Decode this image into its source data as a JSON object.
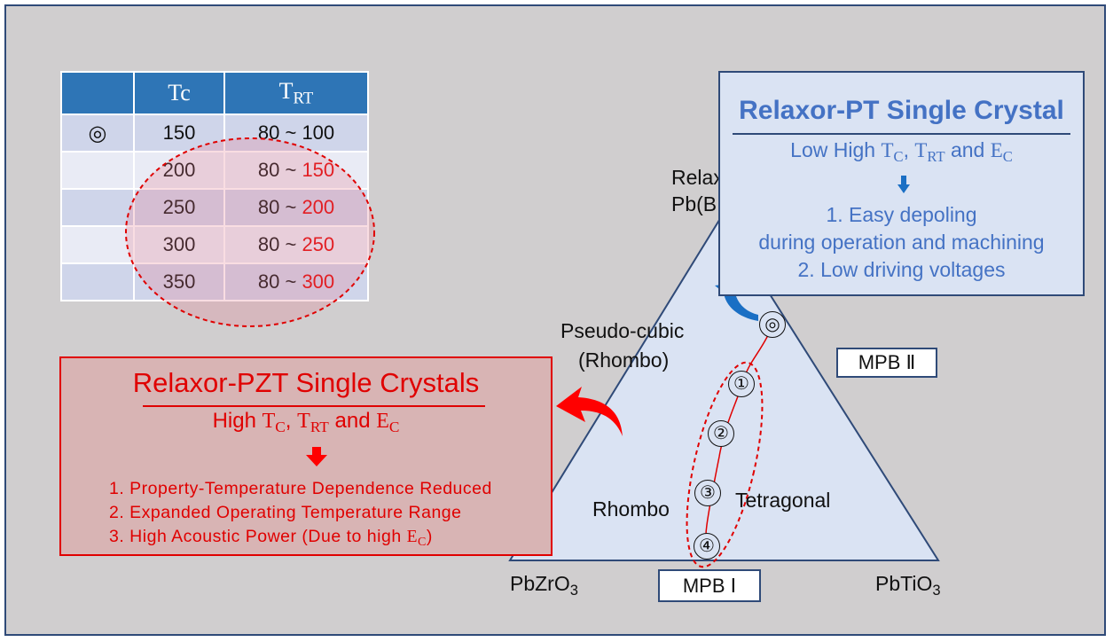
{
  "table": {
    "header": {
      "col1": "",
      "col2_main": "Tc",
      "col3_main": "T",
      "col3_sub": "RT"
    },
    "rows": [
      {
        "mark": "◎",
        "tc": "150",
        "trt_low": "80",
        "sep": "~",
        "trt_high": "100",
        "highlight": false
      },
      {
        "mark": "",
        "tc": "200",
        "trt_low": "80",
        "sep": "~",
        "trt_high": "150",
        "highlight": true
      },
      {
        "mark": "",
        "tc": "250",
        "trt_low": "80",
        "sep": "~",
        "trt_high": "200",
        "highlight": true
      },
      {
        "mark": "",
        "tc": "300",
        "trt_low": "80",
        "sep": "~",
        "trt_high": "250",
        "highlight": true
      },
      {
        "mark": "",
        "tc": "350",
        "trt_low": "80",
        "sep": "~",
        "trt_high": "300",
        "highlight": true
      }
    ]
  },
  "pt_box": {
    "title": "Relaxor-PT Single Crystal",
    "subtitle_pre": "Low  High ",
    "t": "T",
    "c": "C",
    "rt": "RT",
    "e": "E",
    "and": " and ",
    "comma": ", ",
    "item1": "1. Easy depoling",
    "item1b": "during operation and machining",
    "item2": "2. Low driving voltages"
  },
  "pzt_box": {
    "title": "Relaxor-PZT Single Crystals",
    "subtitle_pre": "High ",
    "item1": "1. Property-Temperature Dependence Reduced",
    "item2": "2. Expanded Operating Temperature Range",
    "item3_pre": "3. High Acoustic Power (Due to high ",
    "item3_post": ")"
  },
  "diagram": {
    "relaxor_label_1": "Relax",
    "relaxor_label_2": "Pb(B",
    "pseudo_cubic": "Pseudo-cubic",
    "rhombo_paren": "(Rhombo)",
    "rhombo": "Rhombo",
    "tetragonal": "Tetragonal",
    "mpb2": "MPB Ⅱ",
    "mpb1": "MPB Ⅰ",
    "pbzr": "PbZrO",
    "pbti": "PbTiO",
    "three": "3",
    "circles": [
      "◎",
      "①",
      "②",
      "③",
      "④"
    ]
  },
  "colors": {
    "background": "#d0cecf",
    "table_header": "#2e75b6",
    "accent_red": "#e00000",
    "pt_box_fill": "#dae3f3",
    "pt_text": "#4472c4",
    "pzt_box_fill": "#d8b4b4",
    "triangle_fill": "#dae3f3",
    "border_navy": "#2f4a78"
  }
}
